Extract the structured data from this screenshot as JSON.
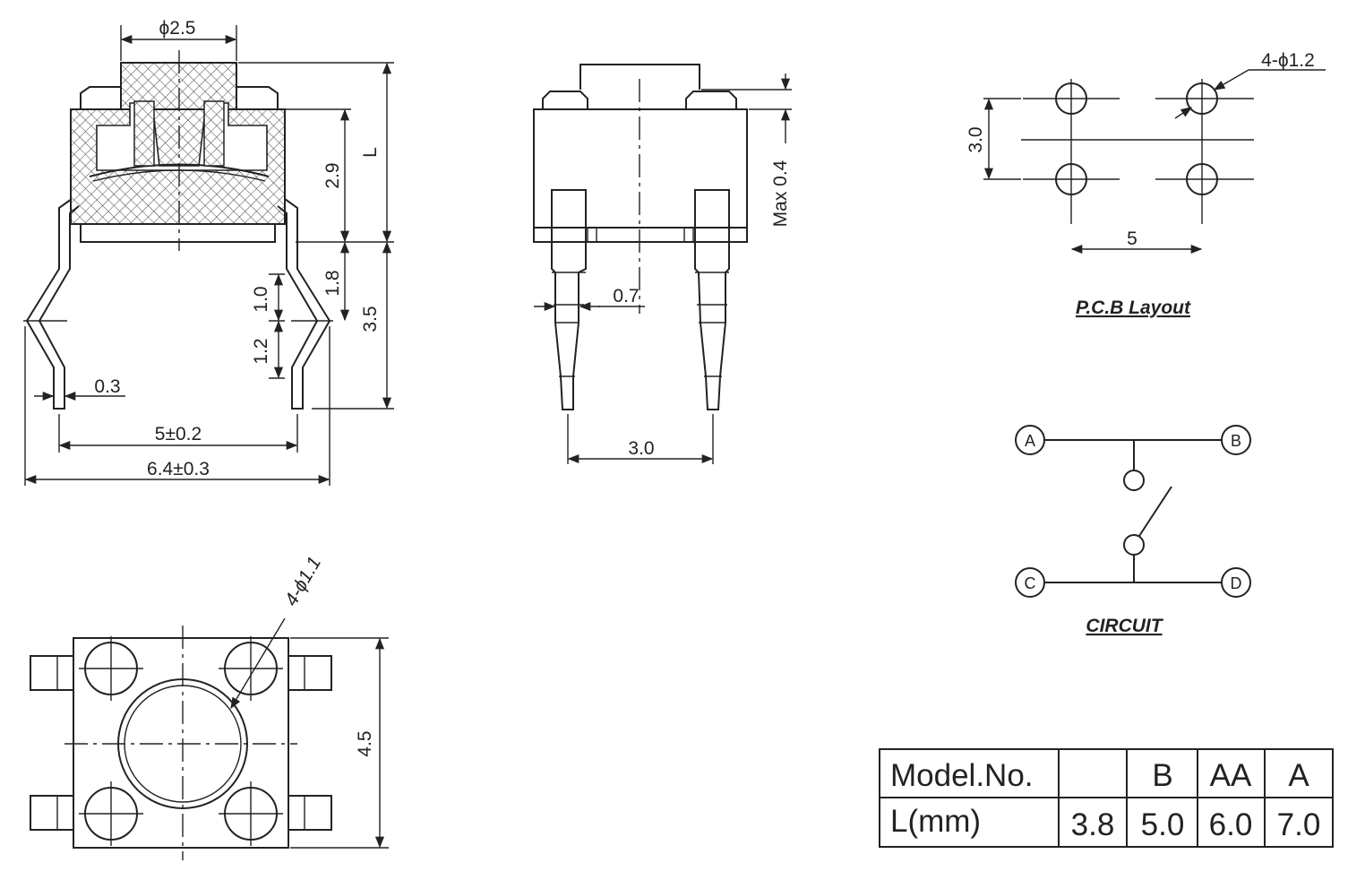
{
  "side_view": {
    "dim_button_dia": "ϕ2.5",
    "dim_L": "L",
    "dim_2_9": "2.9",
    "dim_1_8": "1.8",
    "dim_3_5": "3.5",
    "dim_1_0": "1.0",
    "dim_1_2": "1.2",
    "dim_0_3": "0.3",
    "dim_pin_spacing": "5±0.2",
    "dim_overall_width": "6.4±0.3"
  },
  "front_view": {
    "dim_max": "Max 0.4",
    "dim_pin_width": "0.7",
    "dim_pin_pitch": "3.0"
  },
  "top_view": {
    "dim_holes": "4-ϕ1.1",
    "dim_height": "4.5"
  },
  "pcb_layout": {
    "dim_holes": "4-ϕ1.2",
    "dim_vertical": "3.0",
    "dim_horizontal": "5",
    "title": "P.C.B Layout"
  },
  "circuit": {
    "node_a": "A",
    "node_b": "B",
    "node_c": "C",
    "node_d": "D",
    "title": "CIRCUIT"
  },
  "model_table": {
    "header_label": "Model.No.",
    "models": [
      "",
      "B",
      "AA",
      "A"
    ],
    "row_label": "L(mm)",
    "lengths": [
      "3.8",
      "5.0",
      "6.0",
      "7.0"
    ]
  }
}
